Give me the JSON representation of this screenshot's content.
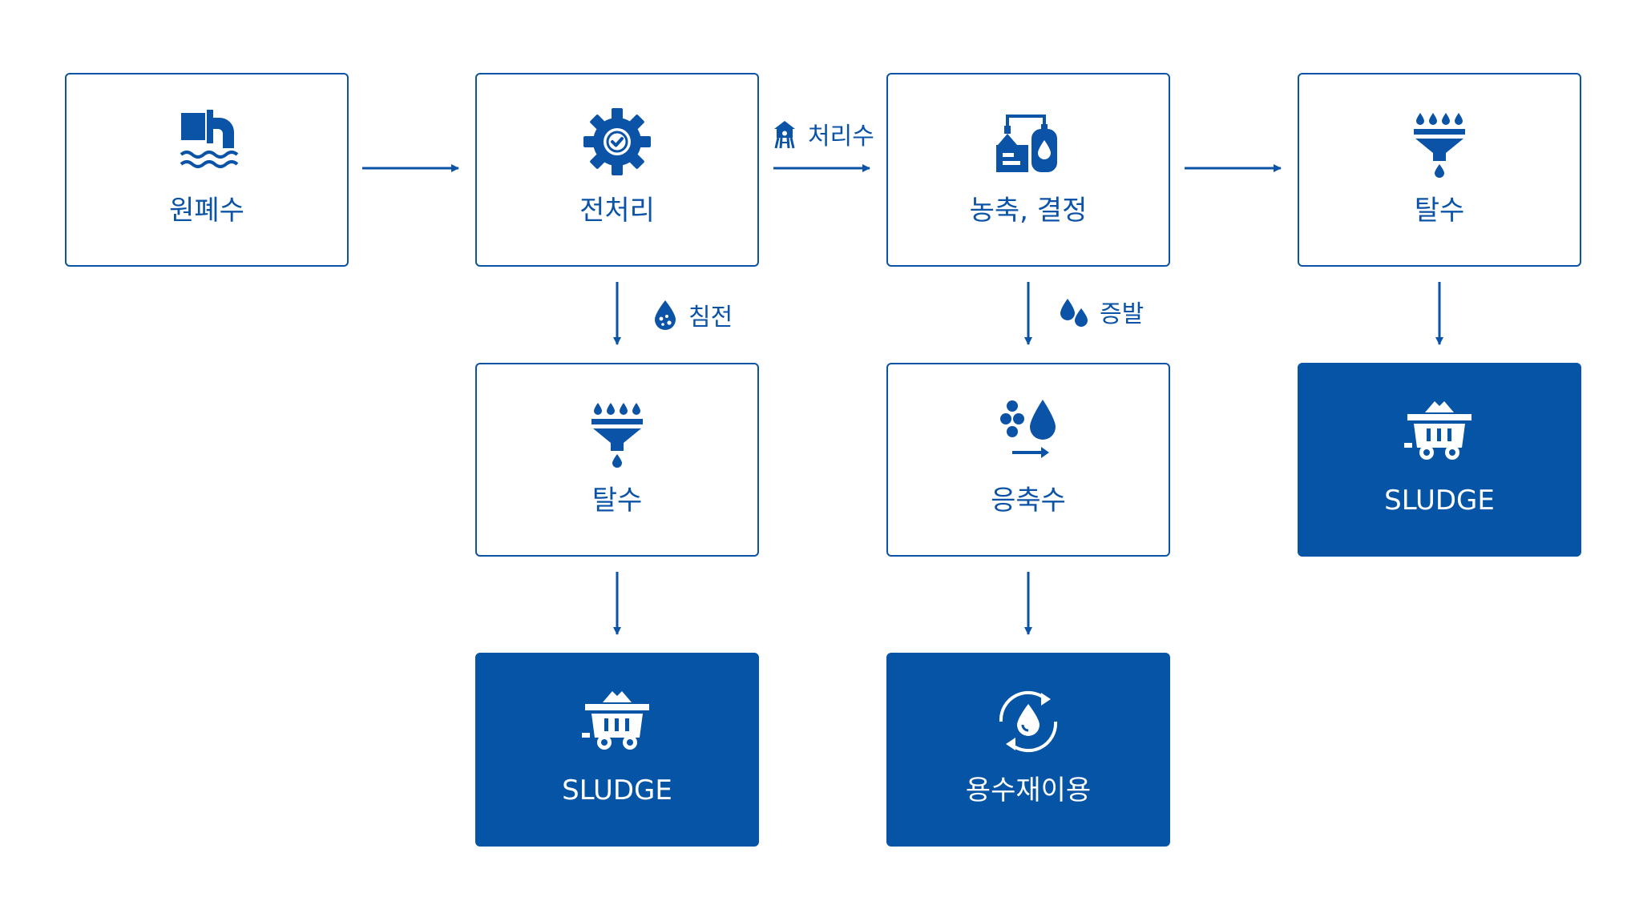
{
  "colors": {
    "primary": "#0b53a6",
    "filled": "#0654a5",
    "background": "#ffffff"
  },
  "nodes": {
    "raw_wastewater": {
      "label": "원폐수",
      "icon": "discharge-pipe-icon"
    },
    "pretreatment": {
      "label": "전처리",
      "icon": "gear-check-icon"
    },
    "concentration": {
      "label": "농축, 결정",
      "icon": "evaporator-plant-icon"
    },
    "dewatering_top": {
      "label": "탈수",
      "icon": "filter-funnel-icon"
    },
    "dewatering_mid": {
      "label": "탈수",
      "icon": "filter-funnel-icon"
    },
    "condensate": {
      "label": "응축수",
      "icon": "droplet-particles-icon"
    },
    "sludge_right": {
      "label": "SLUDGE",
      "icon": "sludge-cart-icon"
    },
    "sludge_bottom": {
      "label": "SLUDGE",
      "icon": "sludge-cart-icon"
    },
    "water_reuse": {
      "label": "용수재이용",
      "icon": "water-recycle-icon"
    }
  },
  "edges": {
    "treated_water": {
      "label": "처리수",
      "icon": "water-tower-icon"
    },
    "sedimentation": {
      "label": "침전",
      "icon": "sediment-drop-icon"
    },
    "evaporation": {
      "label": "증발",
      "icon": "two-drops-icon"
    }
  }
}
